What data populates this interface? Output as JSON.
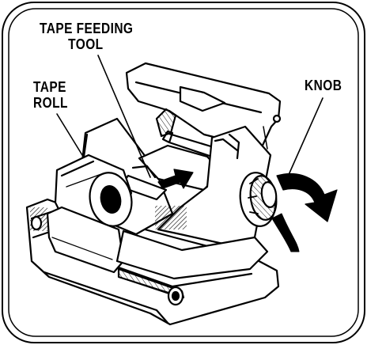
{
  "labels": {
    "tape_feeding_tool": [
      "TAPE FEEDING",
      "TOOL"
    ],
    "tape_roll": [
      "TAPE",
      "ROLL"
    ],
    "knob": "KNOB"
  }
}
